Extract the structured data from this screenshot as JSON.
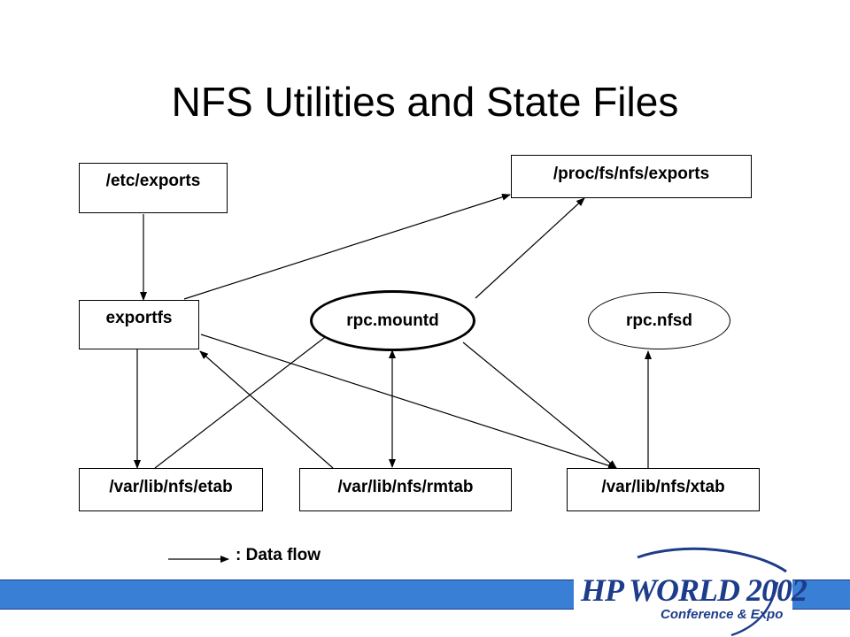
{
  "slide": {
    "title": "NFS Utilities and State Files"
  },
  "nodes": {
    "etc_exports": "/etc/exports",
    "proc_exports": "/proc/fs/nfs/exports",
    "exportfs": "exportfs",
    "rpc_mountd": "rpc.mountd",
    "rpc_nfsd": "rpc.nfsd",
    "etab": "/var/lib/nfs/etab",
    "rmtab": "/var/lib/nfs/rmtab",
    "xtab": "/var/lib/nfs/xtab"
  },
  "edges": [
    {
      "from": "/etc/exports",
      "to": "exportfs"
    },
    {
      "from": "exportfs",
      "to": "/proc/fs/nfs/exports"
    },
    {
      "from": "rpc.mountd",
      "to": "/proc/fs/nfs/exports"
    },
    {
      "from": "exportfs",
      "to": "/var/lib/nfs/etab"
    },
    {
      "from": "exportfs",
      "to": "/var/lib/nfs/xtab"
    },
    {
      "from": "/var/lib/nfs/etab",
      "to": "rpc.mountd"
    },
    {
      "from": "/var/lib/nfs/rmtab",
      "to": "exportfs"
    },
    {
      "from": "rpc.mountd",
      "to": "/var/lib/nfs/rmtab",
      "bidirectional": true
    },
    {
      "from": "rpc.mountd",
      "to": "/var/lib/nfs/xtab"
    },
    {
      "from": "/var/lib/nfs/xtab",
      "to": "rpc.nfsd"
    }
  ],
  "legend": {
    "label": ": Data flow"
  },
  "footer": {
    "logo_main": "HP WORLD 2002",
    "logo_sub": "Conference & Expo",
    "bar_color": "#3a7fd6",
    "logo_color": "#1d3c8a"
  }
}
